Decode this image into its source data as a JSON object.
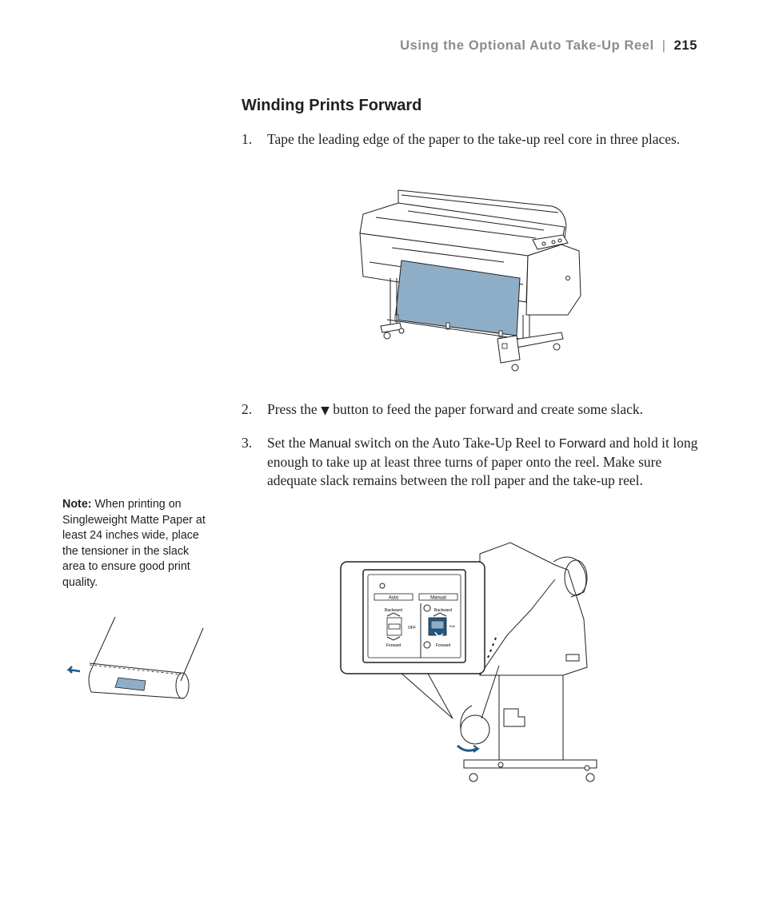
{
  "running_head": {
    "section": "Using the Optional Auto Take-Up Reel",
    "separator": "|",
    "page_number": "215"
  },
  "heading": "Winding Prints Forward",
  "steps": [
    {
      "number": "1.",
      "text": "Tape the leading edge of the paper to the take-up reel core in three places."
    },
    {
      "number": "2.",
      "before": "Press the",
      "symbol": "▼",
      "after": "button to feed the paper forward and create some slack."
    },
    {
      "number": "3.",
      "part1": "Set the",
      "ui1": "Manual",
      "part2": "switch on the Auto Take-Up Reel to",
      "ui2": "Forward",
      "part3": "and hold it long enough to take up at least three turns of paper onto the reel. Make sure adequate slack remains between the roll paper and the take-up reel."
    }
  ],
  "note": {
    "label": "Note:",
    "text": "When printing on Singleweight Matte Paper at least 24 inches wide, place the tensioner in the slack area to ensure good print quality."
  },
  "panel": {
    "auto_label": "Auto",
    "manual_label": "Manual",
    "backward_left": "Backward",
    "forward_left": "Forward",
    "off_label": "OFF",
    "backward_right": "Backward",
    "forward_right": "Forward",
    "roll_label": "Roll"
  },
  "colors": {
    "paper_blue": "#8eaec8",
    "text": "#231f20",
    "running_head_gray": "#8c8c8c",
    "arrow_blue": "#1f5a86"
  }
}
